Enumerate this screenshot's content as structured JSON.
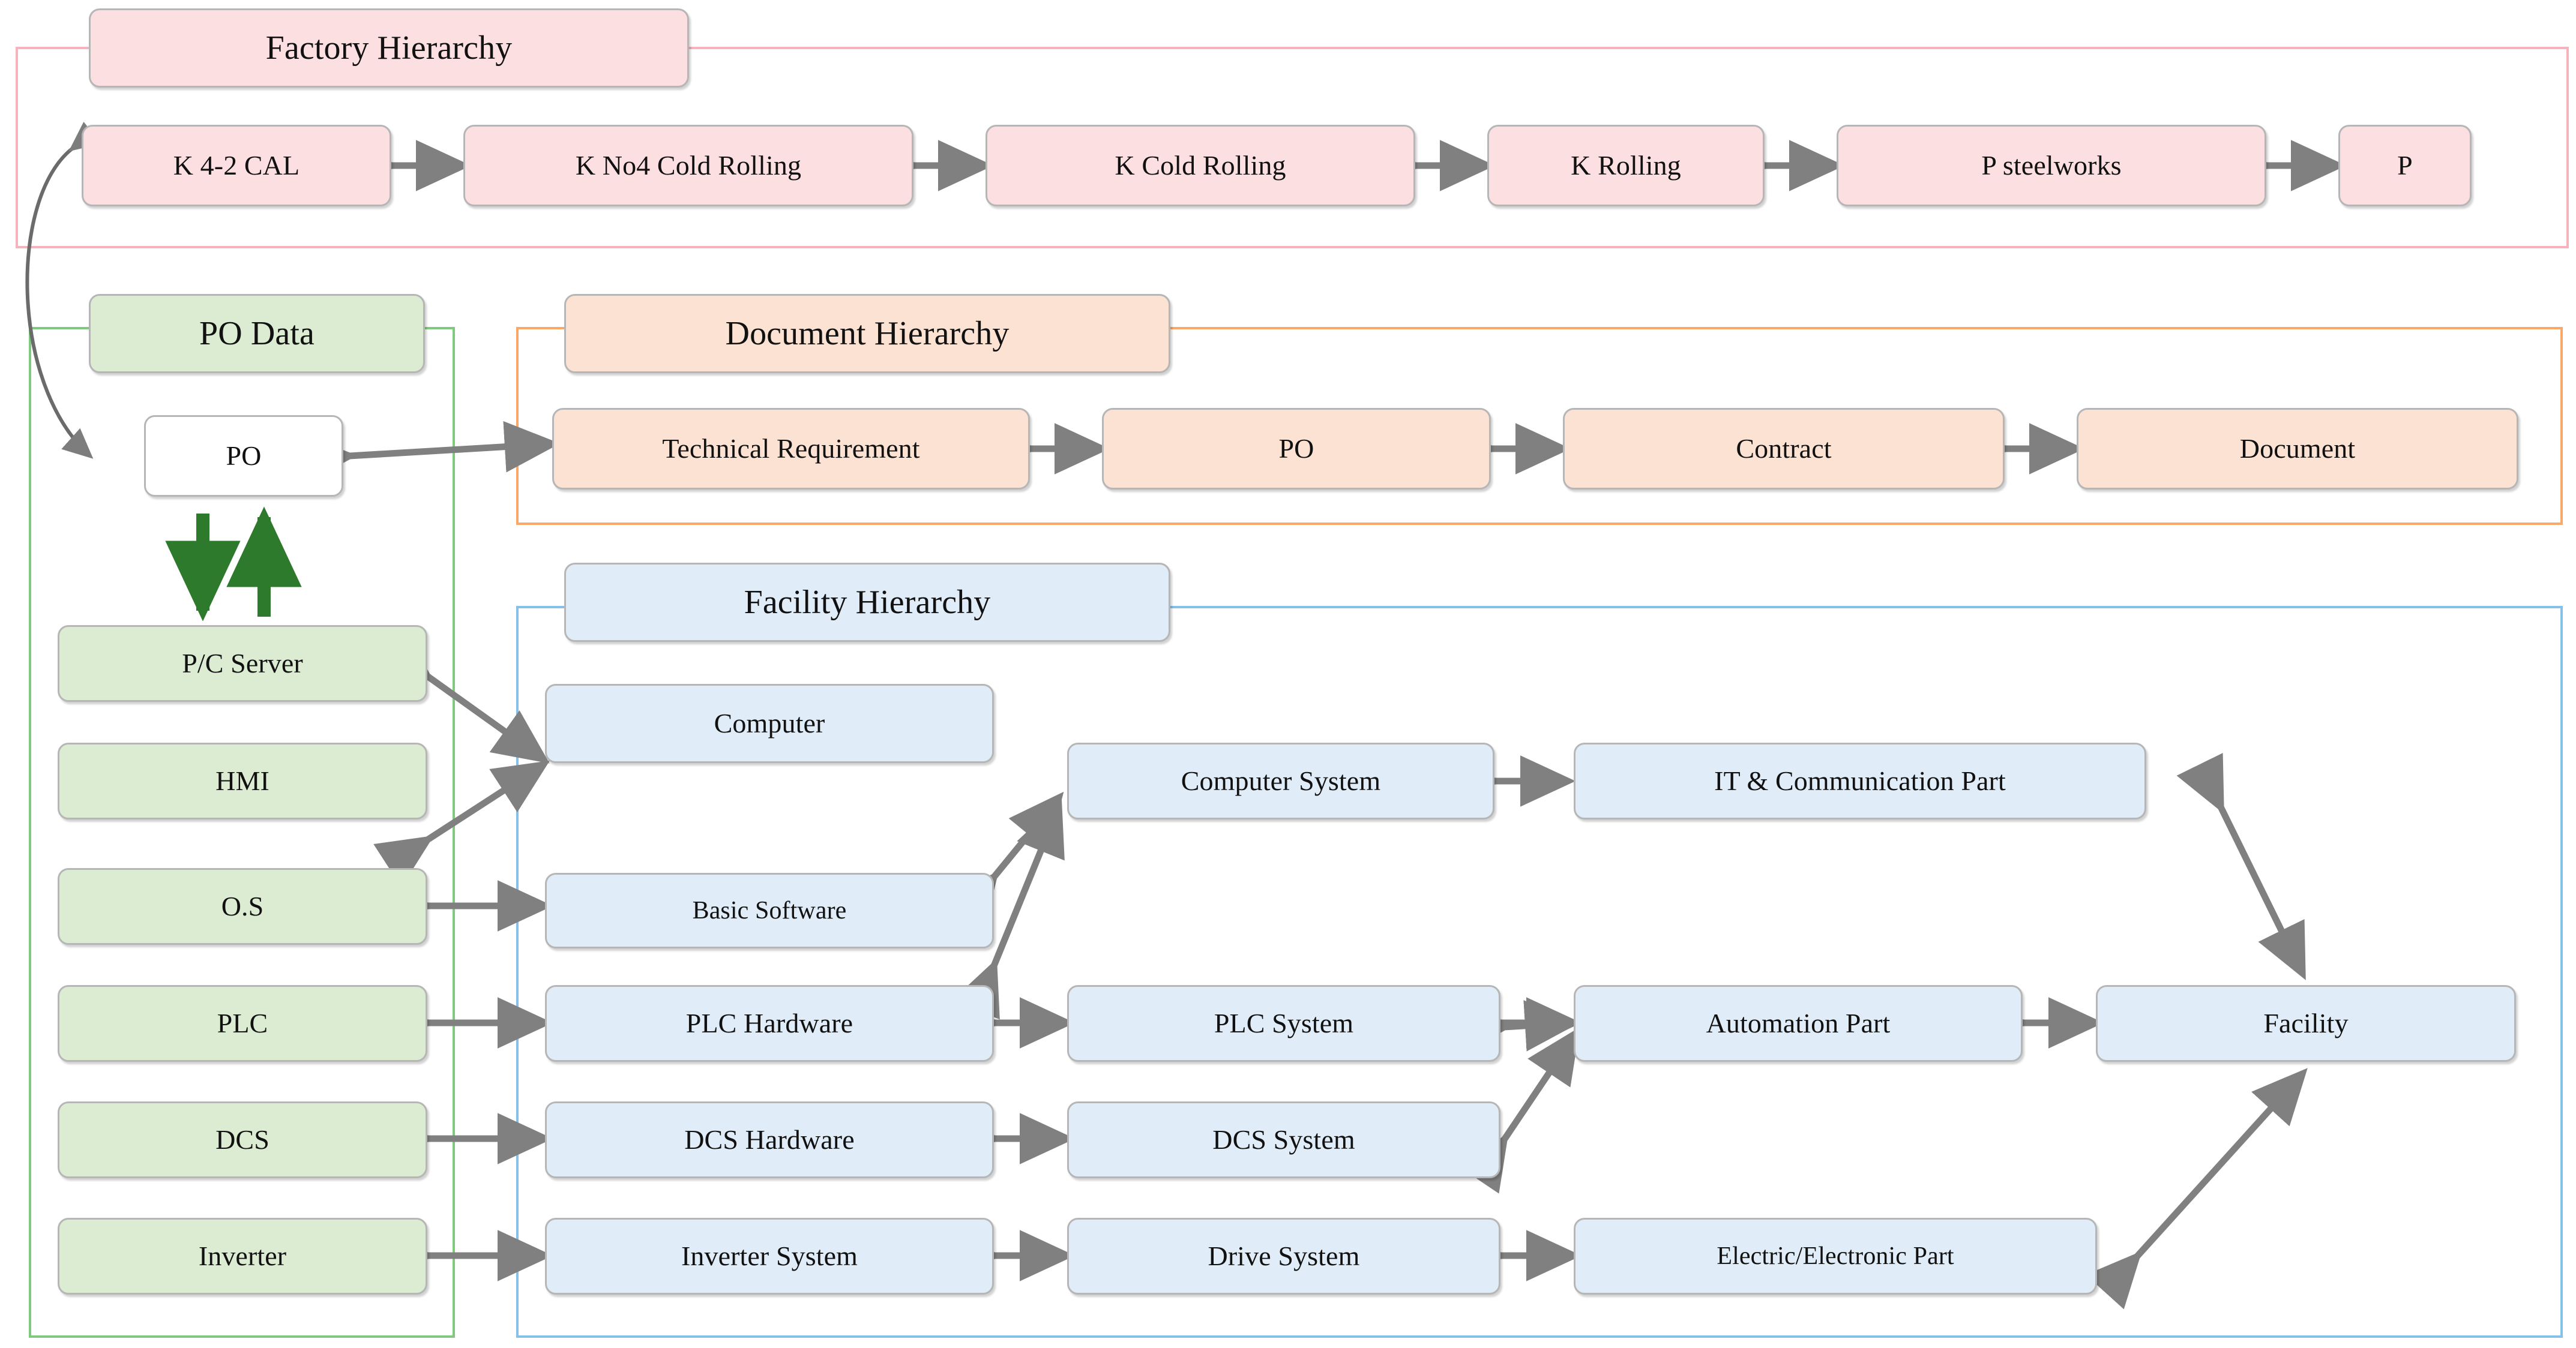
{
  "diagram": {
    "title": "Hierarchy relationship diagram",
    "colors": {
      "factory_frame": "#f6b3bb",
      "factory_node": "#fbdfe1",
      "podata_frame": "#7fca7d",
      "podata_node": "#dcecd2",
      "document_frame": "#f9a86a",
      "document_node": "#fbe2d2",
      "facility_frame": "#84c0ea",
      "facility_node": "#e0ecf7",
      "arrow_gray": "#808080",
      "arrow_green": "#2d7a2d",
      "node_border": "#b6b6b6"
    }
  },
  "factory_hierarchy": {
    "title": "Factory Hierarchy",
    "nodes": [
      {
        "label": "K 4-2 CAL"
      },
      {
        "label": "K No4 Cold Rolling"
      },
      {
        "label": "K Cold Rolling"
      },
      {
        "label": "K Rolling"
      },
      {
        "label": "P steelworks"
      },
      {
        "label": "P"
      }
    ]
  },
  "po_data": {
    "title": "PO Data",
    "po_node": {
      "label": "PO"
    },
    "nodes": [
      {
        "label": "P/C Server"
      },
      {
        "label": "HMI"
      },
      {
        "label": "O.S"
      },
      {
        "label": "PLC"
      },
      {
        "label": "DCS"
      },
      {
        "label": "Inverter"
      }
    ]
  },
  "document_hierarchy": {
    "title": "Document Hierarchy",
    "nodes": [
      {
        "label": "Technical Requirement"
      },
      {
        "label": "PO"
      },
      {
        "label": "Contract"
      },
      {
        "label": "Document"
      }
    ]
  },
  "facility_hierarchy": {
    "title": "Facility Hierarchy",
    "col1": [
      {
        "label": "Computer"
      },
      {
        "label": "Basic Software"
      },
      {
        "label": "PLC Hardware"
      },
      {
        "label": "DCS Hardware"
      },
      {
        "label": "Inverter System"
      }
    ],
    "col2": [
      {
        "label": "Computer System"
      },
      {
        "label": "PLC System"
      },
      {
        "label": "DCS System"
      },
      {
        "label": "Drive System"
      }
    ],
    "col3": [
      {
        "label": "IT & Communication Part"
      },
      {
        "label": "Automation Part"
      },
      {
        "label": "Electric/Electronic Part"
      }
    ],
    "col4": [
      {
        "label": "Facility"
      }
    ]
  }
}
